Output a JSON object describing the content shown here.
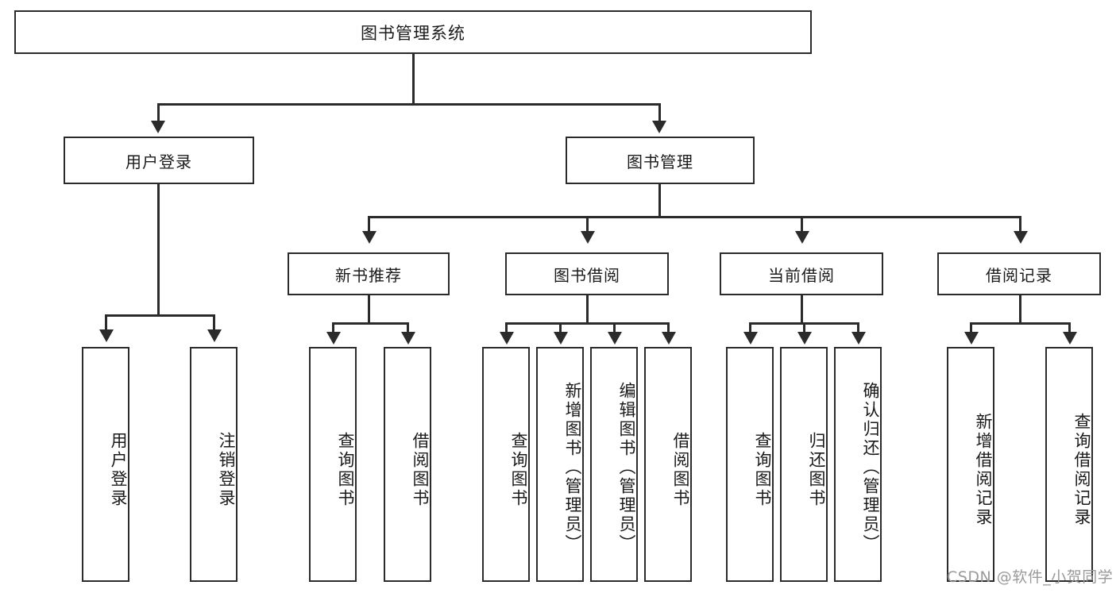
{
  "diagram": {
    "title": "图书管理系统",
    "type": "hierarchy-tree",
    "root": {
      "label": "图书管理系统"
    },
    "level2": [
      {
        "label": "用户登录"
      },
      {
        "label": "图书管理"
      }
    ],
    "level3": [
      {
        "label": "新书推荐"
      },
      {
        "label": "图书借阅"
      },
      {
        "label": "当前借阅"
      },
      {
        "label": "借阅记录"
      }
    ],
    "leaves": {
      "user_login": [
        {
          "label": "用户登录"
        },
        {
          "label": "注销登录"
        }
      ],
      "new_book_recommend": [
        {
          "label": "查询图书"
        },
        {
          "label": "借阅图书"
        }
      ],
      "book_borrow": [
        {
          "label": "查询图书"
        },
        {
          "label": "新增图书（管理员）"
        },
        {
          "label": "编辑图书（管理员）"
        },
        {
          "label": "借阅图书"
        }
      ],
      "current_borrow": [
        {
          "label": "查询图书"
        },
        {
          "label": "归还图书"
        },
        {
          "label": "确认归还（管理员）"
        }
      ],
      "borrow_record": [
        {
          "label": "新增借阅记录"
        },
        {
          "label": "查询借阅记录"
        }
      ]
    }
  },
  "watermark": {
    "text": "CSDN @软件_小贺同学"
  },
  "colors": {
    "background": "#ffffff",
    "box_fill": "#ffffff",
    "stroke": "#2b2b2b",
    "text": "#1a1a1a",
    "watermark": "#9a9a9a"
  }
}
